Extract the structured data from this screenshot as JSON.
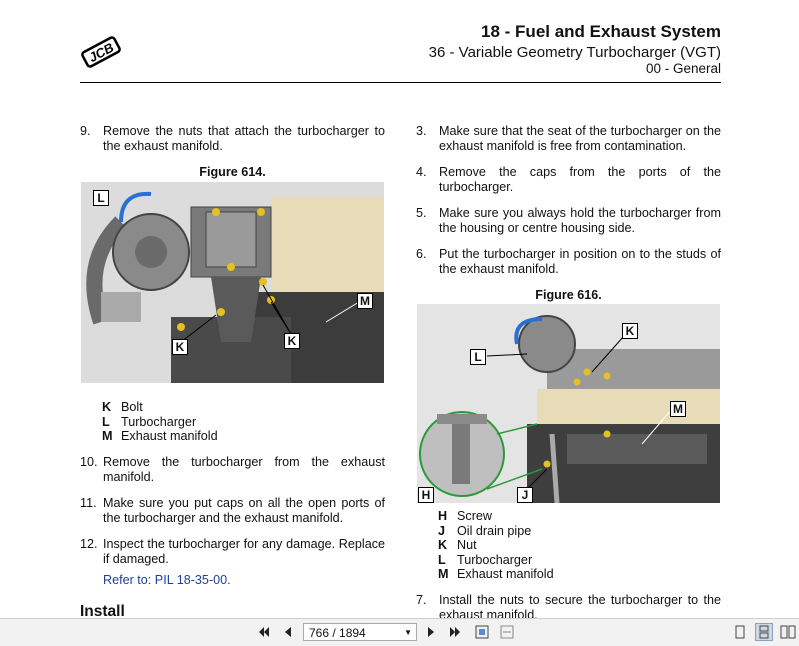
{
  "header": {
    "title": "18 - Fuel and Exhaust System",
    "subtitle": "36 - Variable Geometry Turbocharger (VGT)",
    "section": "00 - General",
    "logo_text": "JCB"
  },
  "left_column": {
    "step9": {
      "num": "9.",
      "text": "Remove the nuts that attach the turbocharger to the exhaust manifold."
    },
    "figure614": {
      "title": "Figure 614.",
      "callouts": {
        "L": "L",
        "K1": "K",
        "K2": "K",
        "M": "M"
      },
      "legend": [
        {
          "key": "K",
          "label": "Bolt"
        },
        {
          "key": "L",
          "label": "Turbocharger"
        },
        {
          "key": "M",
          "label": "Exhaust manifold"
        }
      ]
    },
    "step10": {
      "num": "10.",
      "text": "Remove the turbocharger from the exhaust manifold."
    },
    "step11": {
      "num": "11.",
      "text": "Make sure you put caps on all the open ports of the turbocharger and the exhaust manifold."
    },
    "step12": {
      "num": "12.",
      "text": "Inspect the turbocharger for any damage. Replace if damaged."
    },
    "refer": "Refer to: PIL 18-35-00.",
    "install_heading": "Install"
  },
  "right_column": {
    "step3": {
      "num": "3.",
      "text": "Make sure that the seat of the turbocharger on the exhaust manifold is free from contamination."
    },
    "step4": {
      "num": "4.",
      "text": "Remove the caps from the ports of the turbocharger."
    },
    "step5": {
      "num": "5.",
      "text": "Make sure you always hold the turbocharger from the housing or centre housing side."
    },
    "step6": {
      "num": "6.",
      "text": "Put the turbocharger in position on to the studs of the exhaust manifold."
    },
    "figure616": {
      "title": "Figure 616.",
      "callouts": {
        "K": "K",
        "L": "L",
        "M": "M",
        "H": "H",
        "J": "J"
      },
      "legend": [
        {
          "key": "H",
          "label": "Screw"
        },
        {
          "key": "J",
          "label": "Oil drain pipe"
        },
        {
          "key": "K",
          "label": "Nut"
        },
        {
          "key": "L",
          "label": "Turbocharger"
        },
        {
          "key": "M",
          "label": "Exhaust manifold"
        }
      ]
    },
    "step7": {
      "num": "7.",
      "text": "Install the nuts to secure the turbocharger to the exhaust manifold."
    }
  },
  "toolbar": {
    "page_value": "766 / 1894",
    "icons": [
      "first-page-icon",
      "prev-page-icon",
      "next-page-icon",
      "last-page-icon",
      "fit-page-icon",
      "fit-width-icon",
      "single-page-icon",
      "continuous-icon",
      "facing-icon"
    ]
  }
}
